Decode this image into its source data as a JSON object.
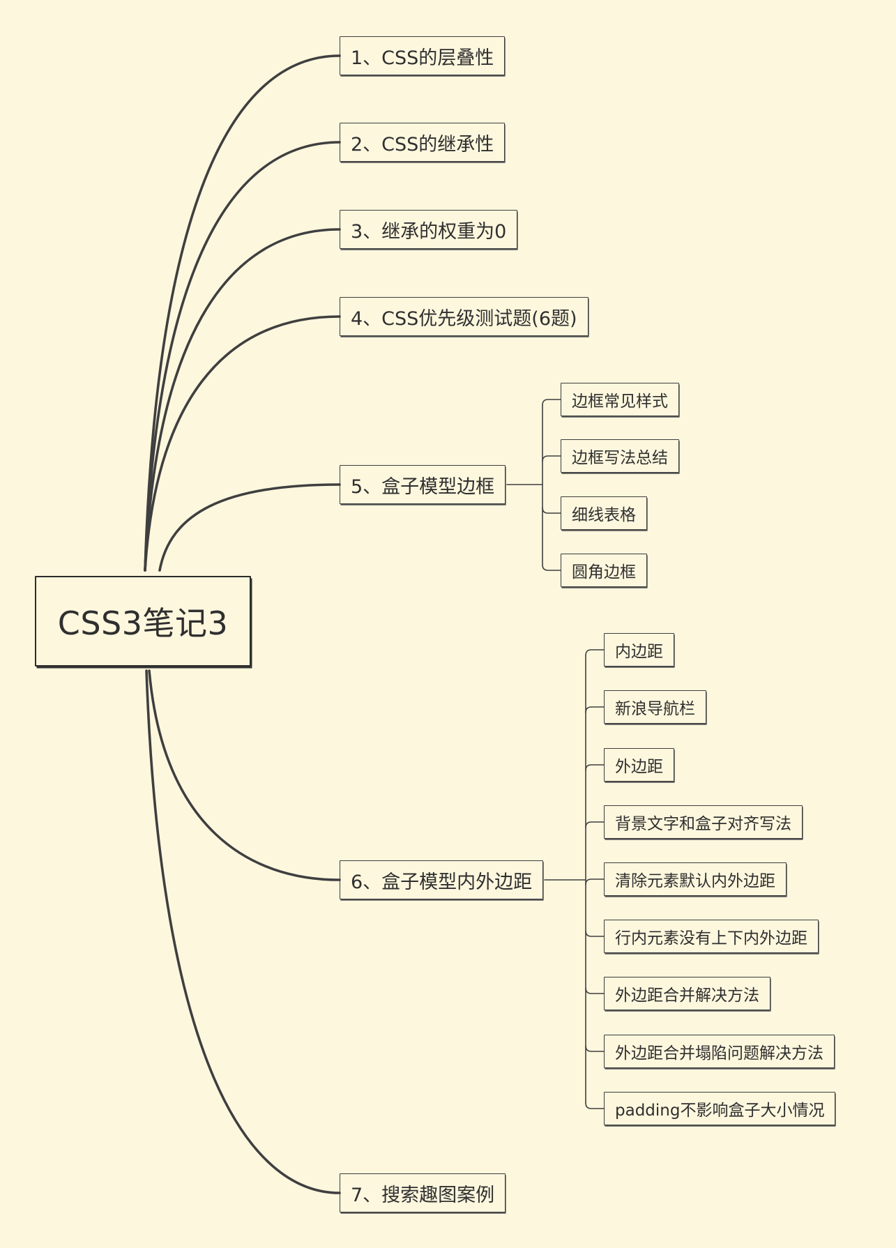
{
  "mindmap": {
    "root": {
      "label": "CSS3笔记3"
    },
    "topics": [
      {
        "label": "1、CSS的层叠性",
        "children": []
      },
      {
        "label": "2、CSS的继承性",
        "children": []
      },
      {
        "label": "3、继承的权重为0",
        "children": []
      },
      {
        "label": "4、CSS优先级测试题(6题)",
        "children": []
      },
      {
        "label": "5、盒子模型边框",
        "children": [
          "边框常见样式",
          "边框写法总结",
          "细线表格",
          "圆角边框"
        ]
      },
      {
        "label": "6、盒子模型内外边距",
        "children": [
          "内边距",
          "新浪导航栏",
          "外边距",
          "背景文字和盒子对齐写法",
          "清除元素默认内外边距",
          "行内元素没有上下内外边距",
          "外边距合并解决方法",
          "外边距合并塌陷问题解决方法",
          "padding不影响盒子大小情况"
        ]
      },
      {
        "label": "7、搜索趣图案例",
        "children": []
      }
    ]
  },
  "colors": {
    "background": "#fdf7de",
    "line": "#3f3f3f",
    "text": "#2f2f2f"
  }
}
